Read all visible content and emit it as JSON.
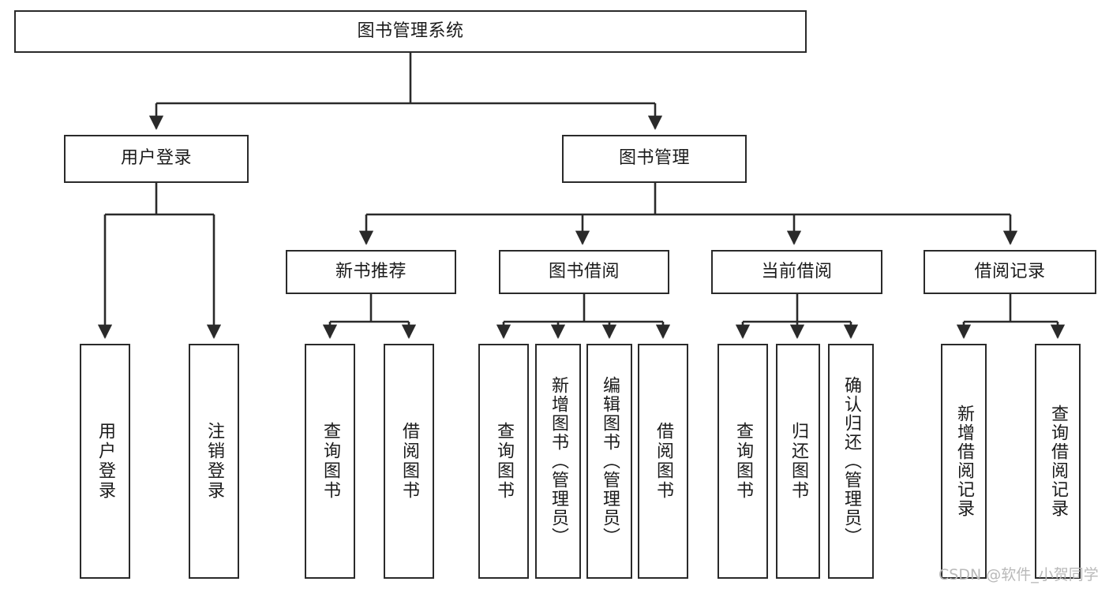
{
  "diagram": {
    "title": "图书管理系统",
    "type": "functional-structure-tree",
    "watermark": "CSDN @软件_小贺同学",
    "colors": {
      "background": "#ffffff",
      "node_border": "#2a2a2a",
      "node_fill": "#ffffff",
      "edge": "#2a2a2a",
      "text": "#1b1b1b",
      "watermark": "#b9b9b9"
    },
    "levels": {
      "root": {
        "label": "图书管理系统"
      },
      "level2": [
        {
          "id": "user-login",
          "label": "用户登录"
        },
        {
          "id": "book-manage",
          "label": "图书管理"
        }
      ],
      "level3": [
        {
          "id": "new-book-recommend",
          "label": "新书推荐",
          "parent": "book-manage"
        },
        {
          "id": "book-borrow",
          "label": "图书借阅",
          "parent": "book-manage"
        },
        {
          "id": "current-borrow",
          "label": "当前借阅",
          "parent": "book-manage"
        },
        {
          "id": "borrow-record",
          "label": "借阅记录",
          "parent": "book-manage"
        }
      ],
      "leaves": {
        "user-login": [
          {
            "id": "leaf-user-login",
            "label": "用户登录"
          },
          {
            "id": "leaf-user-logout",
            "label": "注销登录"
          }
        ],
        "new-book-recommend": [
          {
            "id": "leaf-query-book-1",
            "label": "查询图书"
          },
          {
            "id": "leaf-borrow-book-1",
            "label": "借阅图书"
          }
        ],
        "book-borrow": [
          {
            "id": "leaf-query-book-2",
            "label": "查询图书"
          },
          {
            "id": "leaf-add-book",
            "label": "新增图书（管理员）"
          },
          {
            "id": "leaf-edit-book",
            "label": "编辑图书（管理员）"
          },
          {
            "id": "leaf-borrow-book-2",
            "label": "借阅图书"
          }
        ],
        "current-borrow": [
          {
            "id": "leaf-query-book-3",
            "label": "查询图书"
          },
          {
            "id": "leaf-return-book",
            "label": "归还图书"
          },
          {
            "id": "leaf-confirm-return",
            "label": "确认归还（管理员）"
          }
        ],
        "borrow-record": [
          {
            "id": "leaf-add-record",
            "label": "新增借阅记录"
          },
          {
            "id": "leaf-query-record",
            "label": "查询借阅记录"
          }
        ]
      }
    }
  }
}
